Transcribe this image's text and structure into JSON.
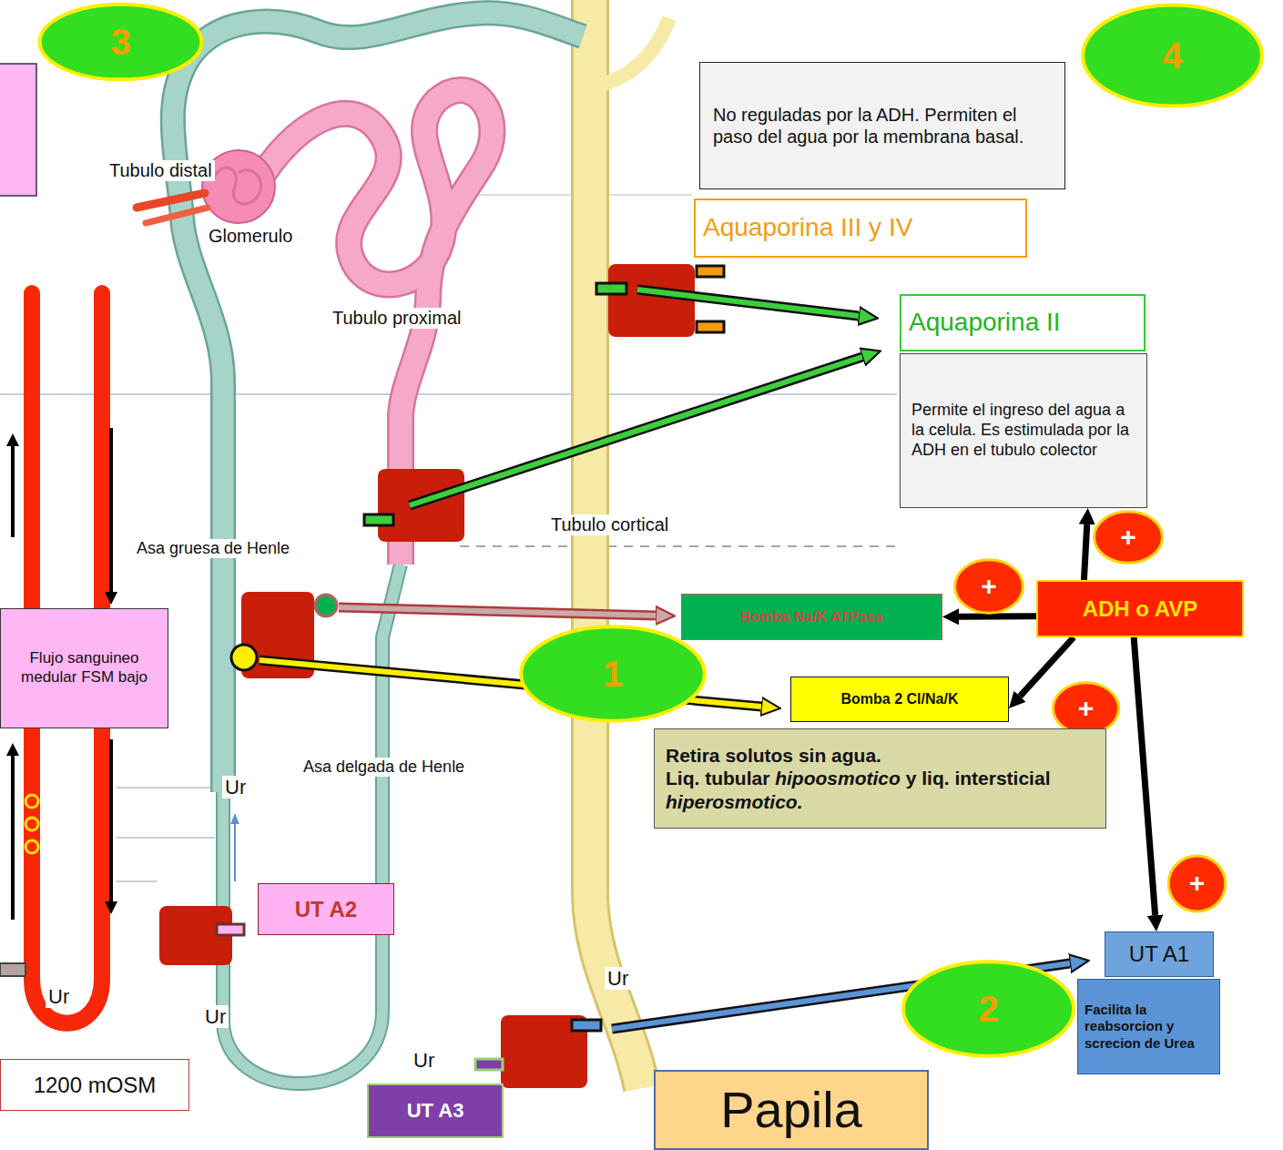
{
  "diagram": {
    "nodes": [
      {
        "text": [
          "3"
        ]
      },
      {
        "text": [
          "4"
        ]
      },
      {
        "text": [
          "No reguladas por la ADH. Permiten el paso del agua por la membrana basal."
        ]
      },
      {
        "text": [
          "Aquaporina III y IV"
        ]
      },
      {
        "text": [
          "Aquaporina II"
        ]
      },
      {
        "text": [
          "Permite el ingreso del agua a la celula. Es estimulada por la ADH en el tubulo colector"
        ]
      },
      {
        "text": [
          "+"
        ]
      },
      {
        "text": [
          "+"
        ]
      },
      {
        "text": [
          "ADH o AVP"
        ]
      },
      {
        "text": [
          "Bomba Na/K ATPasa"
        ]
      },
      {
        "text": [
          "Flujo sanguineo medular FSM bajo"
        ]
      },
      {
        "text": [
          "1"
        ]
      },
      {
        "text": [
          "Bomba 2 Cl/Na/K"
        ]
      },
      {
        "text": [
          "+"
        ]
      },
      {
        "text": [
          "Retira solutos sin agua. Liq. tubular hipoosmotico y liq. intersticial hiperosmotico."
        ]
      },
      {
        "text": [
          "+"
        ]
      },
      {
        "text": [
          "UT A2"
        ]
      },
      {
        "text": [
          "UT A1"
        ]
      },
      {
        "text": [
          "2"
        ]
      },
      {
        "text": [
          "Facilita la reabsorcion y screcion de Urea"
        ]
      },
      {
        "text": [
          "1200 mOSM"
        ]
      },
      {
        "text": [
          "UT A3"
        ]
      },
      {
        "text": [
          "Papila"
        ]
      }
    ],
    "edges": [
      {
        "from": 8,
        "to": 5,
        "arrow": "to"
      },
      {
        "from": 8,
        "to": 9,
        "arrow": "to"
      },
      {
        "from": 8,
        "to": 12,
        "arrow": "to"
      },
      {
        "from": 8,
        "to": 17,
        "arrow": "to"
      }
    ],
    "labels": [
      "Tubulo distal",
      "Glomerulo",
      "Tubulo proximal",
      "Tubulo cortical",
      "Asa gruesa de Henle",
      "Asa delgada de Henle",
      "Ur",
      "Ur",
      "Ur",
      "Ur",
      "Ur"
    ]
  }
}
